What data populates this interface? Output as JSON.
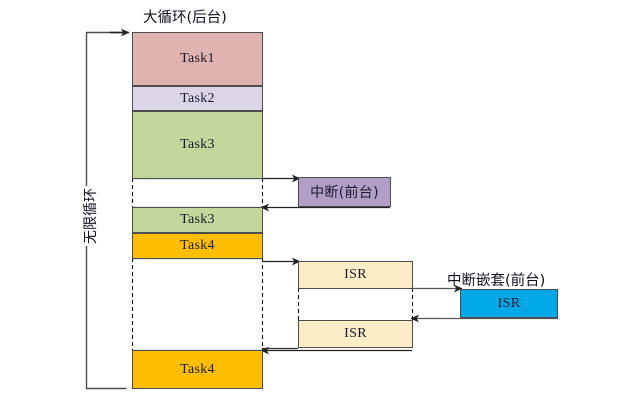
{
  "diagram": {
    "title_main": "大循环(后台)",
    "title_interrupt": "中断(前台)",
    "title_nested": "中断嵌套(前台)",
    "loop_label": "无限循环",
    "caption_bottom": "",
    "colors": {
      "task1": "#e0b3b0",
      "task2": "#dcd5e8",
      "task3": "#c3d69b",
      "task4": "#ffbf00",
      "interrupt": "#b0a0c8",
      "isr": "#fdeec8",
      "isr_nested": "#00a8e8",
      "stroke": "#4d4d4d",
      "arrow": "#333333"
    },
    "main_column": [
      {
        "label": "Task1",
        "color_key": "task1"
      },
      {
        "label": "Task2",
        "color_key": "task2"
      },
      {
        "label": "Task3",
        "color_key": "task3"
      },
      {
        "label": "Task3",
        "color_key": "task3"
      },
      {
        "label": "Task4",
        "color_key": "task4"
      },
      {
        "label": "Task4",
        "color_key": "task4"
      }
    ],
    "interrupt_boxes": [
      {
        "label": "中断(前台)",
        "color_key": "interrupt"
      }
    ],
    "isr_boxes": [
      {
        "label": "ISR",
        "color_key": "isr"
      },
      {
        "label": "ISR",
        "color_key": "isr"
      }
    ],
    "nested_isr": {
      "label": "ISR",
      "color_key": "isr_nested"
    }
  }
}
